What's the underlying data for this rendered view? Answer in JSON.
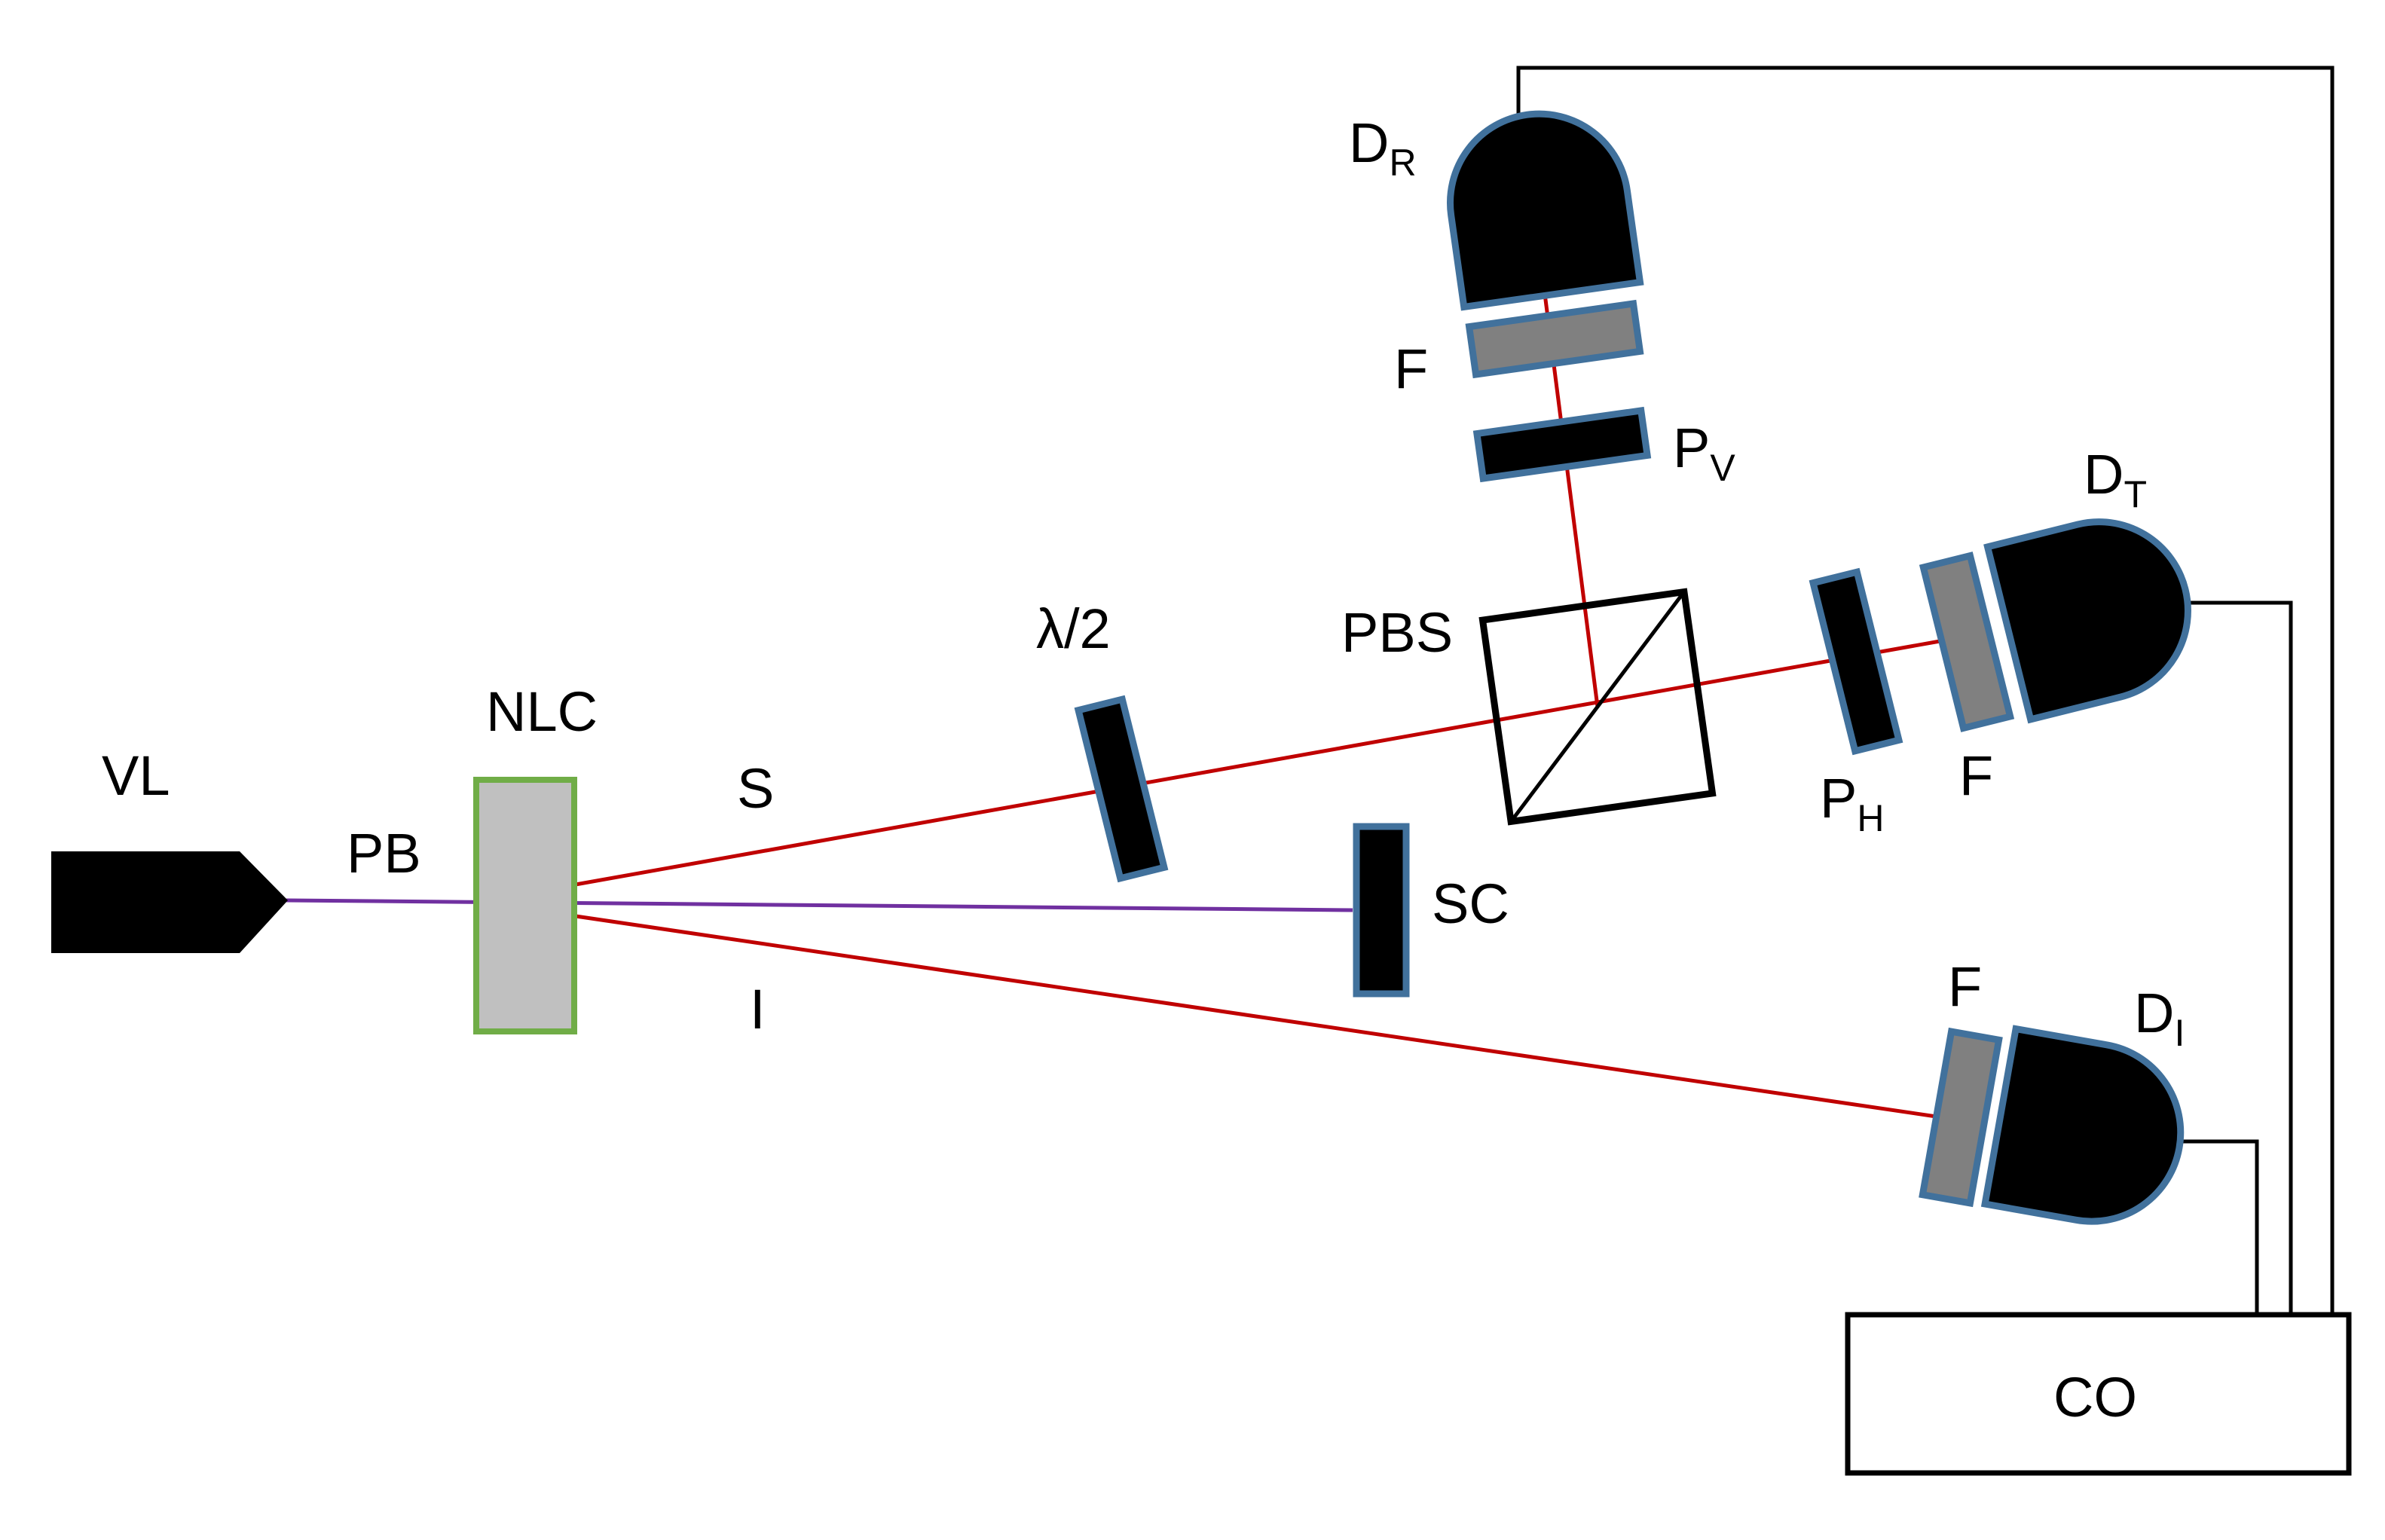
{
  "labels": {
    "laser": "VL",
    "pump_beam": "PB",
    "crystal": "NLC",
    "signal": "S",
    "idler": "I",
    "half_wave": "λ/2",
    "beam_splitter": "PBS",
    "stopper": "SC",
    "coincidence": "CO",
    "detector_r_main": "D",
    "detector_r_sub": "R",
    "detector_t_main": "D",
    "detector_t_sub": "T",
    "detector_i_main": "D",
    "detector_i_sub": "I",
    "polarizer_v_main": "P",
    "polarizer_v_sub": "V",
    "polarizer_h_main": "P",
    "polarizer_h_sub": "H",
    "filter_r": "F",
    "filter_t": "F",
    "filter_i": "F"
  },
  "colors": {
    "signal_beam": "#c00000",
    "pump_beam": "#7030a0",
    "crystal_border": "#70ad47",
    "crystal_fill": "#c0c0c0",
    "element_border": "#41719c",
    "filter_fill": "#808080",
    "black": "#000000"
  }
}
